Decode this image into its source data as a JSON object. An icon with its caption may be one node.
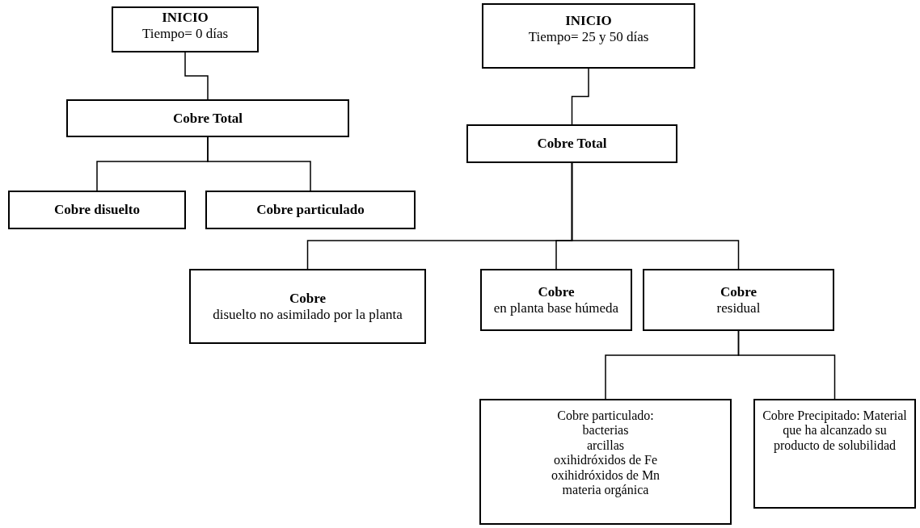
{
  "diagram": {
    "nodes": [
      {
        "text": [
          "INICIO",
          "Tiempo= 0 días"
        ]
      },
      {
        "text": [
          "Cobre Total"
        ]
      },
      {
        "text": [
          "Cobre disuelto"
        ]
      },
      {
        "text": [
          "Cobre particulado"
        ]
      },
      {
        "text": [
          "INICIO",
          "Tiempo= 25 y 50 días"
        ]
      },
      {
        "text": [
          "Cobre Total"
        ]
      },
      {
        "text": [
          "Cobre",
          "disuelto no asimilado por la planta"
        ]
      },
      {
        "text": [
          "Cobre",
          "en planta base húmeda"
        ]
      },
      {
        "text": [
          "Cobre",
          "residual"
        ]
      },
      {
        "text": [
          "Cobre particulado:",
          "bacterias",
          "arcillas",
          "oxihidróxidos de Fe",
          "oxihidróxidos de Mn",
          "materia orgánica"
        ]
      },
      {
        "text": [
          "Cobre Precipitado: Material que ha alcanzado su producto de solubilidad"
        ]
      }
    ],
    "edges": [
      {
        "from": 0,
        "to": 1,
        "arrow": "none"
      },
      {
        "from": 1,
        "to": 2,
        "arrow": "none"
      },
      {
        "from": 1,
        "to": 3,
        "arrow": "none"
      },
      {
        "from": 4,
        "to": 5,
        "arrow": "none"
      },
      {
        "from": 5,
        "to": 6,
        "arrow": "none"
      },
      {
        "from": 5,
        "to": 7,
        "arrow": "none"
      },
      {
        "from": 5,
        "to": 8,
        "arrow": "none"
      },
      {
        "from": 8,
        "to": 9,
        "arrow": "none"
      },
      {
        "from": 8,
        "to": 10,
        "arrow": "none"
      }
    ]
  }
}
